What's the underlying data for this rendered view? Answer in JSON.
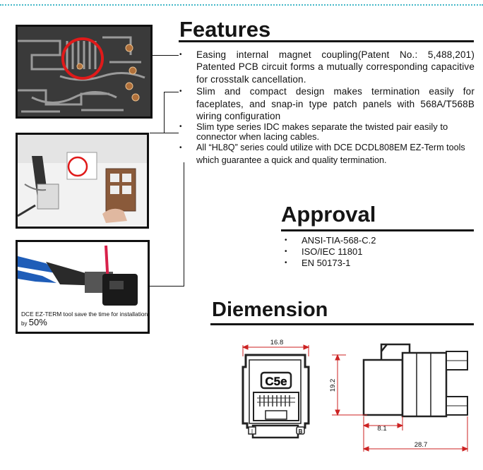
{
  "features": {
    "title": "Features",
    "items": [
      "Easing internal magnet coupling(Patent No.: 5,488,201) Patented PCB circuit forms a mutually corresponding capacitive for crosstalk cancellation.",
      "Slim and compact design makes termination easily for faceplates, and snap-in type patch panels with 568A/T568B wiring configuration",
      "Slim type series IDC makes separate the twisted pair easily to connector when lacing cables.",
      "All “HL8Q” series could utilize with DCE DCDL808EM EZ-Term tools which guarantee a quick and quality termination."
    ]
  },
  "approval": {
    "title": "Approval",
    "items": [
      "ANSI-TIA-568-C.2",
      "ISO/IEC 11801",
      "EN 50173-1"
    ]
  },
  "dimension": {
    "title": "Diemension",
    "width_front": "16.8",
    "height": "19.2",
    "depth_partial": "8.1",
    "depth_total": "28.7",
    "jack_label": "C5e"
  },
  "photo_caption": {
    "line1": "DCE EZ-TERM tool save the time for installation",
    "line2_prefix": "by",
    "line2_value": "50%"
  },
  "colors": {
    "accent_dots": "#46b8c8",
    "dimension_lines": "#cc2222",
    "pcb_ring": "#e01a1a"
  }
}
